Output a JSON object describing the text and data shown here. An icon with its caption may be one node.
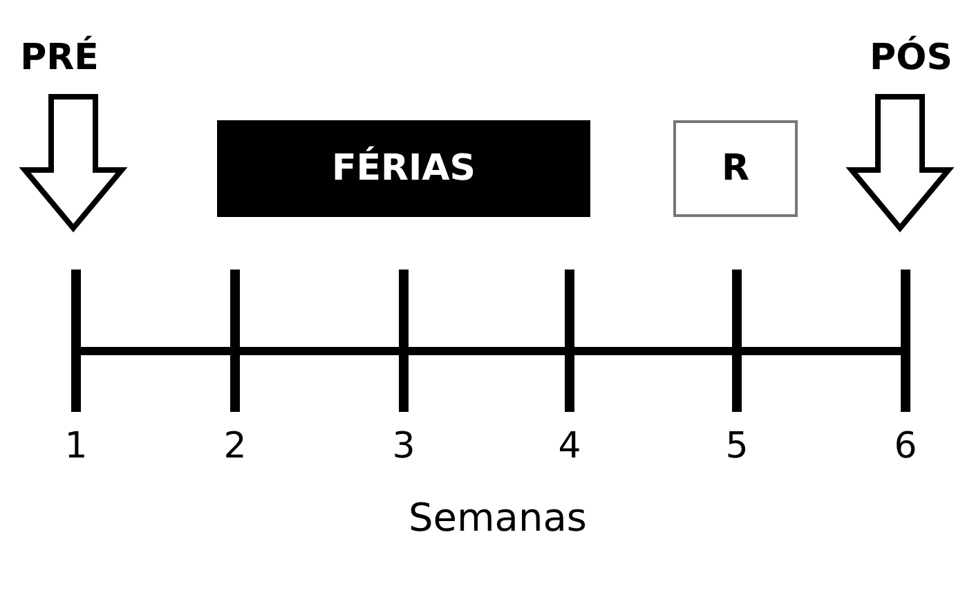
{
  "diagram": {
    "nodes": [
      {
        "text": [
          "PRÉ"
        ]
      },
      {
        "text": [
          "PÓS"
        ]
      },
      {
        "text": [
          "FÉRIAS"
        ]
      },
      {
        "text": [
          "R"
        ]
      }
    ],
    "edges": [
      {
        "from": 0,
        "to": null,
        "arrow": "to"
      },
      {
        "from": 1,
        "to": null,
        "arrow": "to"
      }
    ],
    "labels": [
      "1",
      "2",
      "3",
      "4",
      "5",
      "6",
      "Semanas"
    ]
  }
}
